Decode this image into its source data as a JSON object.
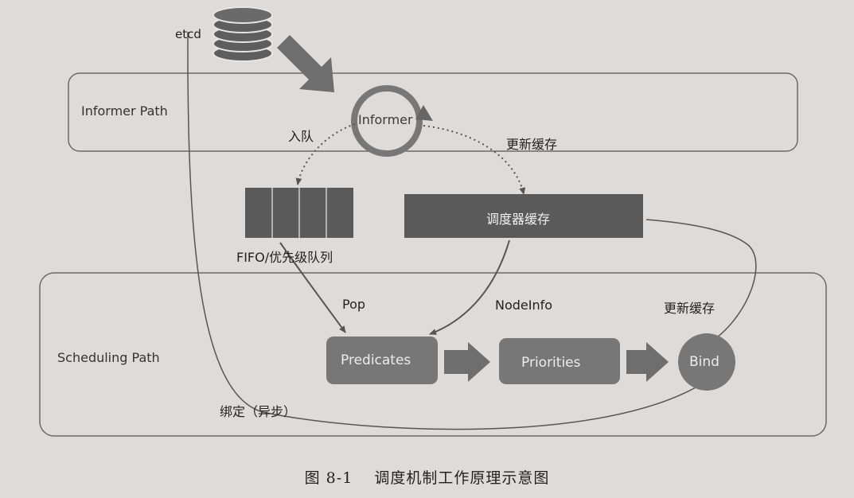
{
  "nodes": {
    "etcd": "etcd",
    "informer": "Informer",
    "fifo_queue": "FIFO/优先级队列",
    "scheduler_cache": "调度器缓存",
    "predicates": "Predicates",
    "priorities": "Priorities",
    "bind": "Bind"
  },
  "regions": {
    "informer_path": "Informer Path",
    "scheduling_path": "Scheduling Path"
  },
  "edges": {
    "enqueue": "入队",
    "update_cache_top": "更新缓存",
    "pop": "Pop",
    "nodeinfo": "NodeInfo",
    "update_cache_bottom": "更新缓存",
    "bind_async": "绑定（异步）"
  },
  "caption": {
    "number": "图 8-1",
    "text": "调度机制工作原理示意图"
  },
  "colors": {
    "block_dark": "#5a5a5a",
    "stage_box": "#777777",
    "arrow_fill": "#6e6e6e",
    "region_border": "#6a6a6a",
    "line": "#555555"
  }
}
